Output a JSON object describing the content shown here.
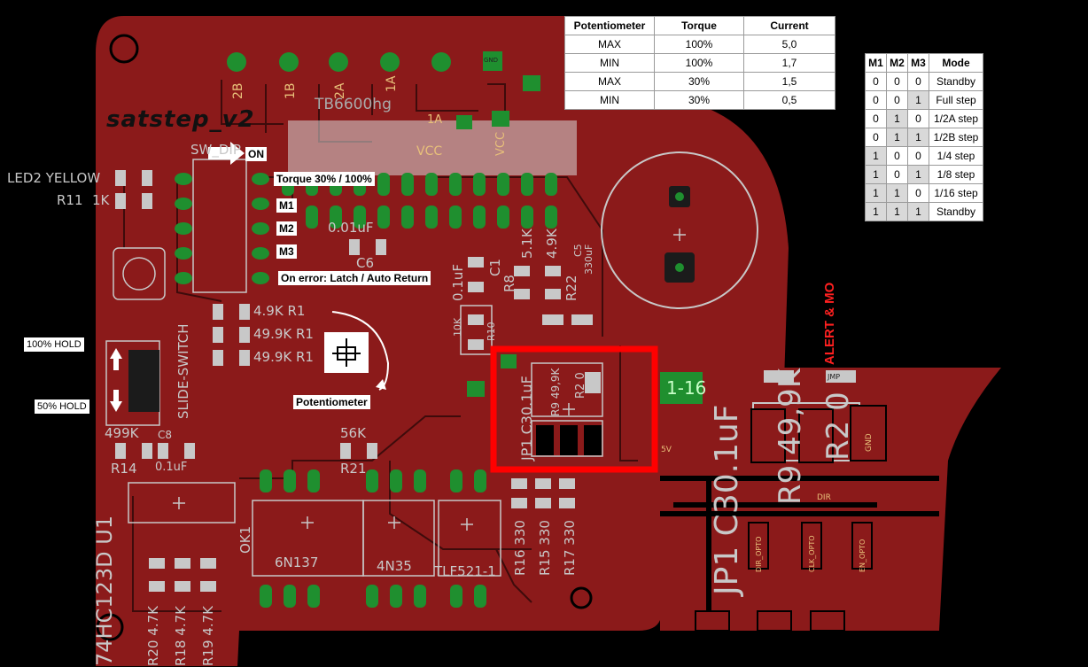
{
  "board": {
    "name": "satstep_v2",
    "driver_chip": "TB6600hg",
    "vcc_label": "VCC",
    "alert_label": "ALERT & MO",
    "jp1_label": "JP1",
    "c3_label": "C3",
    "c3_value": "0.1uF",
    "r9_label": "R9",
    "r9_value": "49,9K",
    "r2_label": "R2",
    "r2_value": "0",
    "led2_label": "LED2 YELLOW",
    "r11_label": "R11",
    "r11_value": "1K",
    "sw_dip_label": "SW_DIP",
    "slide_switch_label": "SLIDE-SWITCH",
    "u1_label": "74HC123D U1",
    "ok1_label": "OK1",
    "opto1": "6N137",
    "opto2": "4N35",
    "opto3": "TLF521-1",
    "r20": "R20 4.7K",
    "r18": "R18 4.7K",
    "r19": "R19 4.7K",
    "r16": "R16 330",
    "r15": "R15 330",
    "r17": "R17 330",
    "r14_label": "R14",
    "r14_value": "499K",
    "c8_label": "C8",
    "c8_value": "0.1uF",
    "r21_label": "R21",
    "r21_value": "56K",
    "r1_a": "4.9K R1",
    "r1_b": "49.9K R1",
    "r1_c": "49.9K R1",
    "c6_label": "C6",
    "c6_value": "0.01uF",
    "c1_label": "C1",
    "c1_value": "0.1uF",
    "r8_label": "R8",
    "r8_value": "5.1K",
    "r22_label": "R22",
    "r22_value": "4.9K",
    "c5_label": "C5",
    "c5_value": "330uF",
    "r10_label": "R10",
    "r10_value": "10K",
    "pin_1a": "1A",
    "pin_1b": "1B",
    "pin_2a": "2A",
    "pin_2b": "2B",
    "pin_gnd": "GND",
    "pin_vcc": "VCC",
    "pin_5v": "5V",
    "pin_dir": "DIR",
    "pin_jmp": "JMP",
    "opto_dir": "DIR_OPTO",
    "opto_clk": "CLK_OPTO",
    "opto_en": "EN_OPTO",
    "pad_116": "1-16"
  },
  "callouts": {
    "on": "ON",
    "torque": "Torque 30% / 100%",
    "m1": "M1",
    "m2": "M2",
    "m3": "M3",
    "on_error": "On error: Latch / Auto Return",
    "hold100": "100% HOLD",
    "hold50": "50% HOLD",
    "potentiometer": "Potentiometer"
  },
  "pot_table": {
    "headers": [
      "Potentiometer",
      "Torque",
      "Current"
    ],
    "rows": [
      [
        "MAX",
        "100%",
        "5,0"
      ],
      [
        "MIN",
        "100%",
        "1,7"
      ],
      [
        "MAX",
        "30%",
        "1,5"
      ],
      [
        "MIN",
        "30%",
        "0,5"
      ]
    ]
  },
  "mode_table": {
    "headers": [
      "M1",
      "M2",
      "M3",
      "Mode"
    ],
    "rows": [
      [
        "0",
        "0",
        "0",
        "Standby"
      ],
      [
        "0",
        "0",
        "1",
        "Full step"
      ],
      [
        "0",
        "1",
        "0",
        "1/2A step"
      ],
      [
        "0",
        "1",
        "1",
        "1/2B step"
      ],
      [
        "1",
        "0",
        "0",
        "1/4 step"
      ],
      [
        "1",
        "0",
        "1",
        "1/8 step"
      ],
      [
        "1",
        "1",
        "0",
        "1/16 step"
      ],
      [
        "1",
        "1",
        "1",
        "Standby"
      ]
    ]
  },
  "colors": {
    "board": "#8b1a1a",
    "trace": "#a32222",
    "pad": "#1f8f2f",
    "silk": "#c8c8c8",
    "highlight": "#ff0000",
    "background": "#000000"
  }
}
